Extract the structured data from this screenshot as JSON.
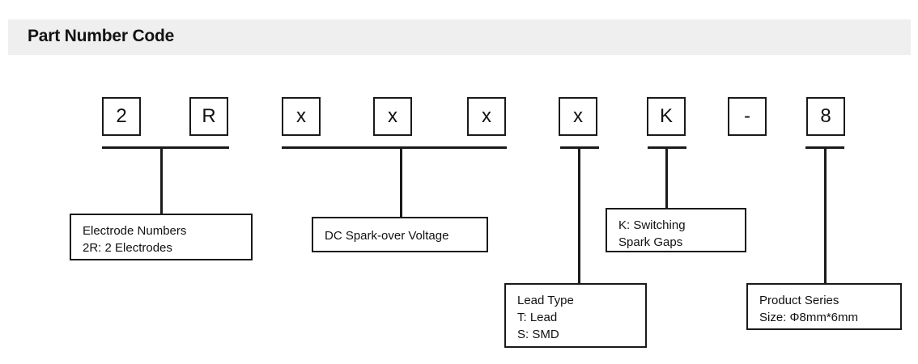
{
  "header": {
    "title": "Part Number Code",
    "background_color": "#efefef"
  },
  "diagram": {
    "type": "part-number-breakdown",
    "line_color": "#1a1a1a",
    "code_boxes": [
      {
        "id": "digit-1",
        "char": "2"
      },
      {
        "id": "letter-r",
        "char": "R"
      },
      {
        "id": "volt-1",
        "char": "x"
      },
      {
        "id": "volt-2",
        "char": "x"
      },
      {
        "id": "volt-3",
        "char": "x"
      },
      {
        "id": "lead-type",
        "char": "x"
      },
      {
        "id": "switching",
        "char": "K"
      },
      {
        "id": "separator",
        "char": "-"
      },
      {
        "id": "series-size",
        "char": "8"
      }
    ],
    "callouts": [
      {
        "id": "electrode-numbers",
        "lines": [
          "Electrode Numbers",
          "2R: 2 Electrodes"
        ],
        "text": "Electrode Numbers\n2R: 2 Electrodes"
      },
      {
        "id": "dc-spark-over-voltage",
        "lines": [
          "DC Spark-over Voltage"
        ],
        "text": "DC Spark-over Voltage"
      },
      {
        "id": "switching-spark-gaps",
        "lines": [
          "K: Switching",
          "Spark Gaps"
        ],
        "text": "K: Switching\nSpark Gaps"
      },
      {
        "id": "lead-type",
        "lines": [
          "Lead Type",
          "T: Lead",
          "S: SMD"
        ],
        "text": "Lead Type\nT: Lead\nS: SMD"
      },
      {
        "id": "product-series",
        "lines": [
          "Product Series",
          "Size: Φ8mm*6mm"
        ],
        "text": "Product Series\nSize: Φ8mm*6mm"
      }
    ]
  }
}
